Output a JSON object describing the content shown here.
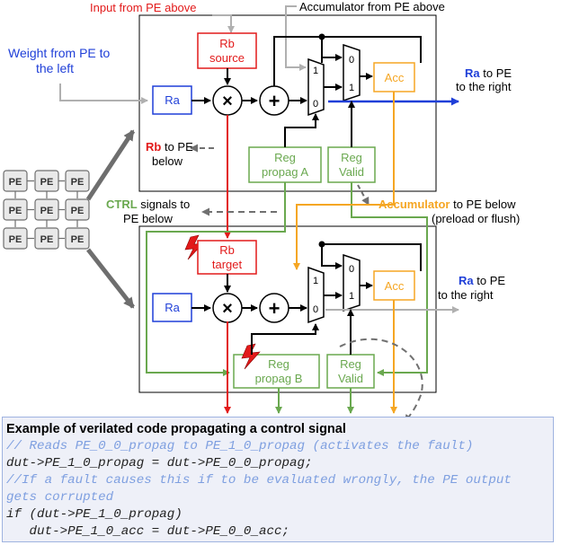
{
  "labels": {
    "input_from_pe_above": "Input from PE above",
    "accumulator_from_pe_above": "Accumulator from PE above",
    "weight_from_pe_left_1": "Weight from PE to",
    "weight_from_pe_left_2": "the left",
    "ra_top": "Ra",
    "ra_bottom": "Ra",
    "rb_source_1": "Rb",
    "rb_source_2": "source",
    "rb_target_1": "Rb",
    "rb_target_2": "target",
    "mult_symbol": "×",
    "add_symbol": "+",
    "mux_in_1": "1",
    "mux_in_0": "0",
    "acc": "Acc",
    "ra_to_pe_bold": "Ra",
    "ra_to_pe_rest": " to PE",
    "to_the_right": "to the right",
    "rb_to_pe_bold": "Rb",
    "rb_to_pe_rest": " to PE",
    "below": "below",
    "reg_propag_a_1": "Reg",
    "reg_propag_a_2": "propag A",
    "reg_valid_1": "Reg",
    "reg_valid_2": "Valid",
    "reg_propag_b_1": "Reg",
    "reg_propag_b_2": "propag B",
    "ctrl_bold": "CTRL",
    "ctrl_rest": " signals to",
    "pe_below": "PE below",
    "accum_bold": "Accumulator",
    "accum_rest": " to PE below",
    "preload_or_flush": "(preload or flush)",
    "pe": "PE"
  },
  "code": {
    "title": "Example of verilated code propagating a control signal",
    "line1": "// Reads PE_0_0_propag to PE_1_0_propag (activates the fault)",
    "line2": "dut->PE_1_0_propag = dut->PE_0_0_propag;",
    "line3": "//If a fault causes this if to be evaluated wrongly, the PE output",
    "line4": "gets corrupted",
    "line5": "if (dut->PE_1_0_propag)",
    "line6": "   dut->PE_1_0_acc = dut->PE_0_0_acc;"
  },
  "colors": {
    "red": "#e21a1a",
    "blue": "#1f3fd8",
    "green": "#6aa84f",
    "orange": "#f5a623",
    "gray": "#b0b0b0",
    "dark": "#000000"
  }
}
